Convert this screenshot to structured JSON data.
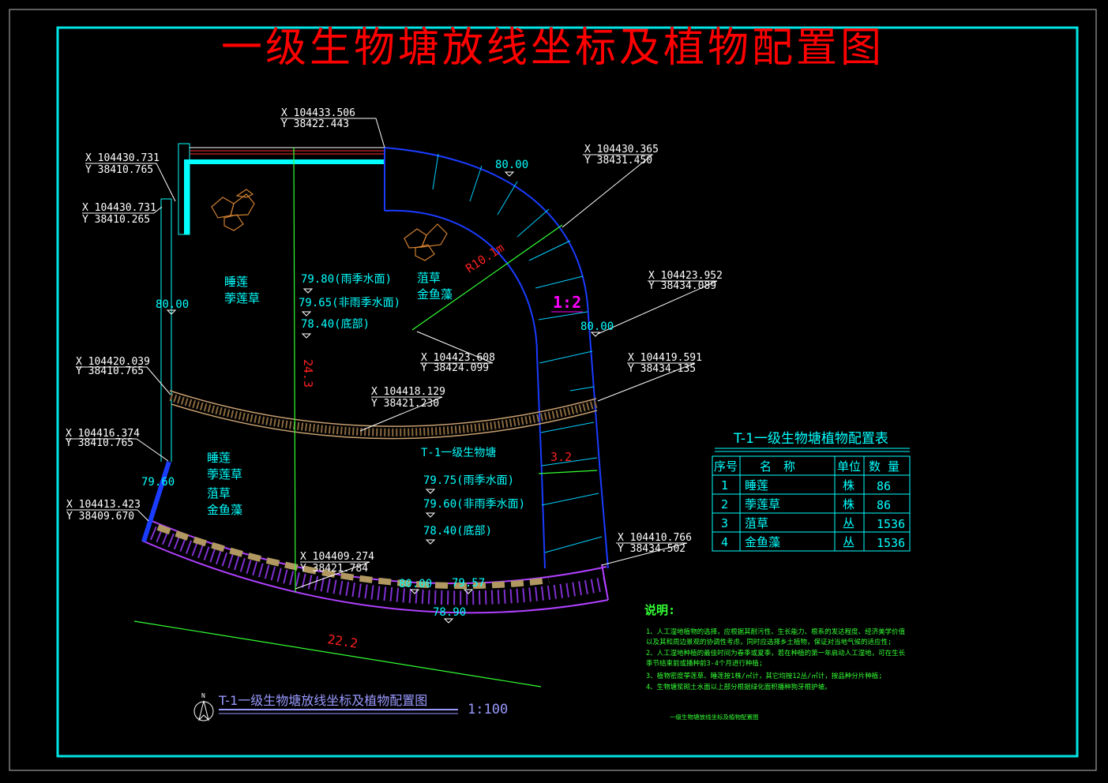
{
  "title": "一级生物塘放线坐标及植物配置图",
  "coords": [
    {
      "x": "X 104433.506",
      "y": "Y 38422.443"
    },
    {
      "x": "X 104430.731",
      "y": "Y 38410.765"
    },
    {
      "x": "X 104430.731",
      "y": "Y 38410.265"
    },
    {
      "x": "X 104430.365",
      "y": "Y 38431.450"
    },
    {
      "x": "X 104423.952",
      "y": "Y 38434.089"
    },
    {
      "x": "X 104423.608",
      "y": "Y 38424.099"
    },
    {
      "x": "X 104420.039",
      "y": "Y 38410.765"
    },
    {
      "x": "X 104419.591",
      "y": "Y 38434.135"
    },
    {
      "x": "X 104418.129",
      "y": "Y 38421.230"
    },
    {
      "x": "X 104416.374",
      "y": "Y 38410.765"
    },
    {
      "x": "X 104413.423",
      "y": "Y 38409.670"
    },
    {
      "x": "X 104410.766",
      "y": "Y 38434.502"
    },
    {
      "x": "X 104409.274",
      "y": "Y 38421.784"
    }
  ],
  "elevations": {
    "top": "80.00",
    "left": "80.00",
    "right": "80.00",
    "left_low": "79.60",
    "bottom_1": "80.00",
    "bottom_2": "79.57",
    "bottom_3": "78.90"
  },
  "upper_pond": {
    "wet": "79.80(雨季水面)",
    "dry": "79.65(非雨季水面)",
    "bottom": "78.40(底部)",
    "plants_left": [
      "睡莲",
      "荸莲草"
    ],
    "plants_right": [
      "菹草",
      "金鱼藻"
    ]
  },
  "lower_pond": {
    "label": "T-1一级生物塘",
    "wet": "79.75(雨季水面)",
    "dry": "79.60(非雨季水面)",
    "bottom": "78.40(底部)",
    "plants_a": [
      "睡莲",
      "荸莲草"
    ],
    "plants_b": [
      "菹草",
      "金鱼藻"
    ]
  },
  "dims": {
    "radius": "R10.1m",
    "slope": "1:2",
    "vertical": "24.3",
    "width": "3.2",
    "base": "22.2"
  },
  "plant_table": {
    "title": "T-1一级生物塘植物配置表",
    "headers": [
      "序号",
      "名　称",
      "单位",
      "数 量"
    ],
    "rows": [
      [
        "1",
        "睡莲",
        "株",
        "86"
      ],
      [
        "2",
        "荸莲草",
        "株",
        "86"
      ],
      [
        "3",
        "菹草",
        "丛",
        "1536"
      ],
      [
        "4",
        "金鱼藻",
        "丛",
        "1536"
      ]
    ]
  },
  "notes": {
    "heading": "说明:",
    "lines": [
      "1、人工湿地植物的选择，应根据其耐污性、生长能力、根系的发达程度、经济美学价值",
      "   以及其和周边景观的协调性考虑，同时应选择乡土植物，保证对当地气候的适应性;",
      "2、人工湿地种植的最佳时间为春季或夏季，若在种植的第一年启动人工湿地，可在生长",
      "   季节结束前或播种前3-4个月进行种植;",
      "3、植物密度荸莲草、睡莲按1株/㎡计，其它均按12丛/㎡计，按品种分片种植;",
      "4、生物塘浆砌土水面以上部分根据绿化面积播种狗牙根护坡。"
    ],
    "footer": "一级生物塘放线坐标及植物配置图"
  },
  "caption": {
    "north": "N",
    "title": "T-1一级生物塘放线坐标及植物配置图",
    "scale": "1:100"
  },
  "colors": {
    "frame": "#00e5e5",
    "title": "#ff0000",
    "coord": "#ffffff",
    "label": "#00ffff",
    "dim_red": "#ff2020",
    "slope": "#ff00ff",
    "notes": "#33ff33",
    "caption": "#9999ff"
  }
}
